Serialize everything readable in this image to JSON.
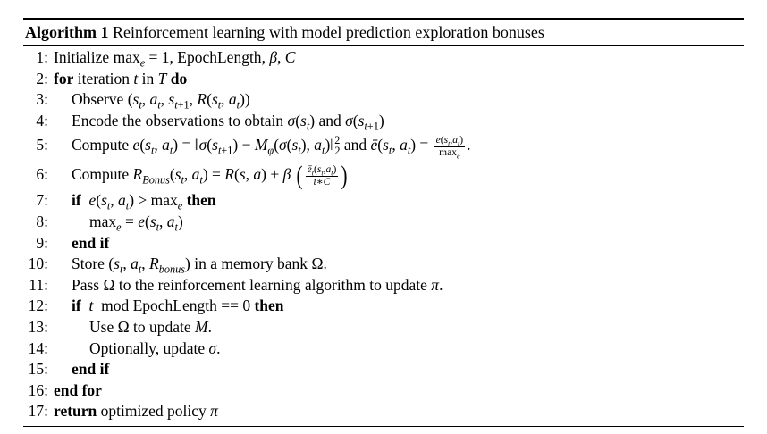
{
  "algorithm": {
    "label": "Algorithm 1",
    "title": "Reinforcement learning with model prediction exploration bonuses"
  },
  "lines": [
    {
      "num": "1:",
      "text": "Initialize max_e = 1, EpochLength, β, C"
    },
    {
      "num": "2:",
      "text": "for iteration t in T do"
    },
    {
      "num": "3:",
      "text": "Observe (s_t, a_t, s_{t+1}, R(s_t, a_t))"
    },
    {
      "num": "4:",
      "text": "Encode the observations to obtain σ(s_t) and σ(s_{t+1})"
    },
    {
      "num": "5:",
      "text": "Compute e(s_t, a_t) = ||σ(s_{t+1}) − M_φ(σ(s_t), a_t)||_2^2 and ē(s_t, a_t) = e(s_t,a_t)/max_e."
    },
    {
      "num": "6:",
      "text": "Compute R_Bonus(s_t, a_t) = R(s, a) + β(ē_t(s_t,a_t)/(t∗C))"
    },
    {
      "num": "7:",
      "text": "if e(s_t, a_t) > max_e then"
    },
    {
      "num": "8:",
      "text": "max_e = e(s_t, a_t)"
    },
    {
      "num": "9:",
      "text": "end if"
    },
    {
      "num": "10:",
      "text": "Store (s_t, a_t, R_bonus) in a memory bank Ω."
    },
    {
      "num": "11:",
      "text": "Pass Ω to the reinforcement learning algorithm to update π."
    },
    {
      "num": "12:",
      "text": "if t mod EpochLength == 0 then"
    },
    {
      "num": "13:",
      "text": "Use Ω to update M."
    },
    {
      "num": "14:",
      "text": "Optionally, update σ."
    },
    {
      "num": "15:",
      "text": "end if"
    },
    {
      "num": "16:",
      "text": "end for"
    },
    {
      "num": "17:",
      "text": "return optimized policy π"
    }
  ],
  "text": {
    "initialize": "Initialize",
    "epoch_length": "EpochLength",
    "for": "for",
    "iteration": "iteration",
    "in": "in",
    "do": "do",
    "observe": "Observe",
    "encode": "Encode the observations to obtain",
    "and": "and",
    "compute": "Compute",
    "if": "if",
    "then": "then",
    "end_if": "end if",
    "store": "Store",
    "memory_bank": "in a memory bank",
    "pass": "Pass",
    "pass_rest": "to the reinforcement learning algorithm to update",
    "mod": "mod",
    "use": "Use",
    "to_update": "to update",
    "optionally": "Optionally, update",
    "end_for": "end for",
    "return": "return",
    "optimized_policy": "optimized policy"
  }
}
